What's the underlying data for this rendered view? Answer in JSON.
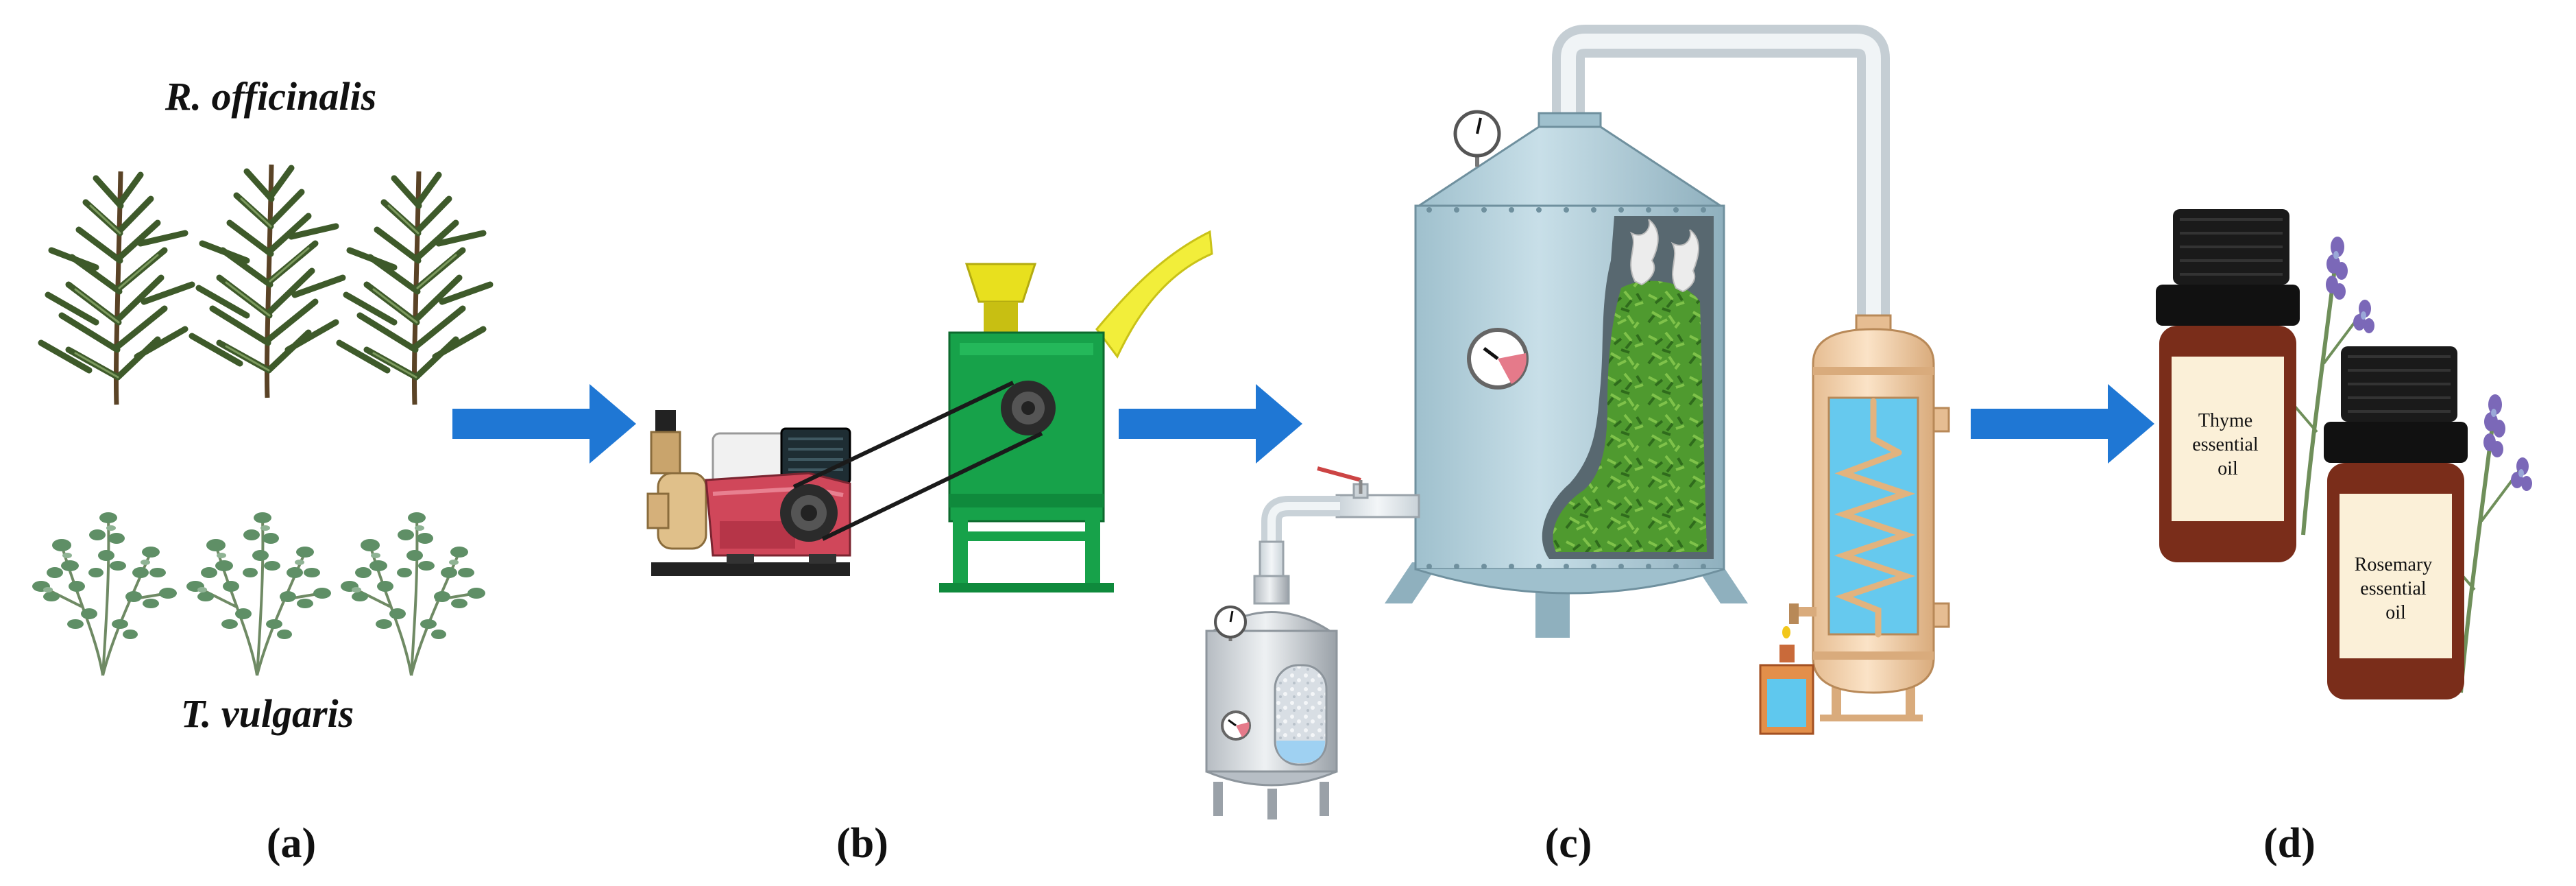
{
  "species": {
    "top": "R. officinalis",
    "bottom": "T. vulgaris"
  },
  "panels": [
    {
      "label": "(a)"
    },
    {
      "label": "(b)"
    },
    {
      "label": "(c)"
    },
    {
      "label": "(d)"
    }
  ],
  "bottles": {
    "thyme": [
      "Thyme",
      "essential",
      "oil"
    ],
    "rosemary": [
      "Rosemary",
      "essential",
      "oil"
    ]
  },
  "icons": {
    "rosemary": "rosemary-sprig-icon",
    "thyme": "thyme-sprig-icon",
    "motor": "engine-motor-icon",
    "grinder": "chipper-grinder-icon",
    "still": "distillation-vessel-icon",
    "boiler": "steam-boiler-icon",
    "condenser": "condenser-icon",
    "separator": "separator-flask-icon",
    "oil_bottle": "oil-bottle-icon",
    "lavender": "lavender-sprig-icon",
    "arrow": "process-arrow-icon"
  },
  "colors": {
    "arrow": "#1f77d4",
    "rosemary": "#3e5a2a",
    "thyme": "#5f8f66",
    "grinder": "#17a24a",
    "hopper": "#e8e01e",
    "motor": "#d0475a",
    "vessel": "#a9c9d6",
    "biomass": "#4f9a2f",
    "condenser": "#f2cfa8",
    "water": "#66c9ee",
    "bottle": "#7a2d1a",
    "cap": "#1a1a1a",
    "lavender": "#7b68b8"
  }
}
